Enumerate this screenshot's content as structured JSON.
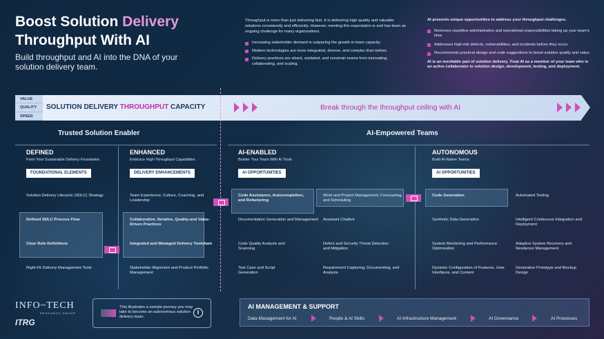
{
  "header": {
    "title_line1_prefix": "Boost Solution ",
    "title_line1_accent": "Delivery",
    "title_line2": "Throughput With AI",
    "subtitle": "Build throughput and AI into the DNA of your solution delivery team.",
    "intro": "Throughput is more than just delivering fast. It is delivering high-quality and valuable solutions consistently and efficiently. However, meeting this expectation is and has been an ongoing challenge for many organizations.",
    "challenges": [
      "Increasing stakeholder demand is outpacing the growth in team capacity.",
      "Modern technologies are more integrated, diverse, and complex than before.",
      "Delivery practices are siloed, outdated, and constrain teams from innovating, collaborating, and scaling."
    ],
    "ai_lead": "AI presents unique opportunities to address your throughput challenges.",
    "ai_points": [
      "Removes repetitive administrative and operational responsibilities taking up your team's time.",
      "Addresses high-risk defects, vulnerabilities, and incidents before they occur.",
      "Recommends practical design and code suggestions to boost solution quality and value."
    ],
    "ai_closing": "AI is an inevitable part of solution delivery. Treat AI as a member of your team who is an active collaborator in solution design, development, testing, and deployment."
  },
  "band": {
    "labels": [
      "VALUE",
      "QUALITY",
      "SPEED"
    ],
    "title_prefix": "SOLUTION DELIVERY ",
    "title_accent": "THROUGHPUT",
    "title_suffix": " CAPACITY",
    "right_text": "Break through the throughput ceiling with AI"
  },
  "sections": {
    "left": "Trusted Solution Enabler",
    "right": "AI-Empowered Teams"
  },
  "columns": [
    {
      "head": "DEFINED",
      "sub": "Form Your Sustainable Delivery Foundation",
      "pill": "FOUNDATIONAL ELEMENTS",
      "items": [
        "Solution Delivery Lifecycle (SDLC) Strategy",
        "Defined SDLC Process Flow",
        "Clear Role Definitions",
        "Right-Fit Delivery Management Tools"
      ]
    },
    {
      "head": "ENHANCED",
      "sub": "Embrace High-Throughput Capabilities",
      "pill": "DELIVERY ENHANCEMENTS",
      "items": [
        "Team Experience, Culture, Coaching, and Leadership",
        "Collaborative, Iterative, Quality-and Value-Driven Practices",
        "Integrated and Managed Delivery Toolchain",
        "Stakeholder Alignment and Product Portfolio Management"
      ]
    },
    {
      "head": "AI-ENABLED",
      "sub": "Bolster Your Team With AI Tools",
      "pill": "AI OPPORTUNITIES",
      "items": [
        "Code Assistance, Autocompletion, and Refactoring",
        "Work and Project Management, Forecasting, and Scheduling",
        "Documentation Generation and Management",
        "Assistant Chatbot",
        "Code Quality Analysis and Scanning",
        "Defect and Security Threat Detection and Mitigation",
        "Test Case and Script Generation",
        "Requirement Capturing, Documenting, and Analysis"
      ]
    },
    {
      "head": "AUTONOMOUS",
      "sub": "Build AI-Native Teams",
      "pill": "AI OPPORTUNITIES",
      "items": [
        "Code Generation",
        "Automated Testing",
        "Synthetic Data Generation",
        "Intelligent Continuous Integration and Deployment",
        "System Monitoring and Performance Optimization",
        "Adaptive System Recovery and Resilience Management",
        "Dynamic Configuration of Features, User Interfaces, and Content",
        "Generative Prototype and Mockup Design"
      ]
    }
  ],
  "footer": {
    "logo_text": "INFO~TECH",
    "logo_sub": "RESEARCH GROUP",
    "logo2": "ITRG",
    "note": "This illustrates a sample journey you may take to become an autonomous solution delivery team.",
    "info_symbol": "i",
    "mgmt_title": "AI MANAGEMENT & SUPPORT",
    "mgmt_items": [
      "Data Management for AI",
      "People & AI Skills",
      "AI Infrastructure Management",
      "AI Governance",
      "AI Processes"
    ]
  },
  "colors": {
    "accent": "#d04fb8",
    "accent_light": "#e59bd6",
    "band": "#c9d9ef",
    "navy": "#15355a"
  }
}
